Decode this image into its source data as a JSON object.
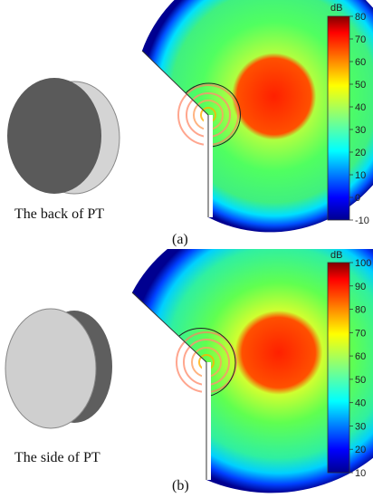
{
  "figure": {
    "panels": [
      {
        "label": "(a)",
        "object_caption": "The back of PT",
        "colorbar": {
          "unit": "dB",
          "min": -10,
          "max": 80,
          "ticks": [
            80,
            70,
            60,
            50,
            40,
            30,
            20,
            10,
            0,
            -10
          ]
        },
        "view": "back"
      },
      {
        "label": "(b)",
        "object_caption": "The side of PT",
        "colorbar": {
          "unit": "dB",
          "min": 10,
          "max": 100,
          "ticks": [
            100,
            90,
            80,
            70,
            60,
            50,
            40,
            30,
            20,
            10
          ]
        },
        "view": "side"
      }
    ],
    "colors": {
      "jet": [
        "#00008f",
        "#0000ff",
        "#0080ff",
        "#00ffff",
        "#80ff80",
        "#ffff00",
        "#ff8000",
        "#ff0000",
        "#800000"
      ],
      "object_dark": "#595959",
      "object_light": "#d4d4d4"
    }
  }
}
